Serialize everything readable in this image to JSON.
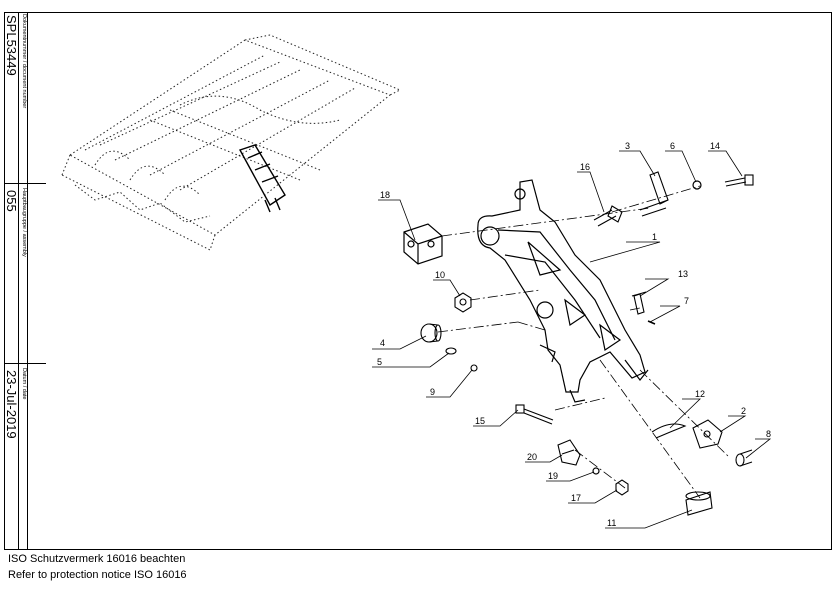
{
  "titleblock": {
    "doc_label": "Dokumentnummer / document number",
    "doc_value": "SPL53449",
    "assy_label": "Hauptbaugruppe / assembly",
    "assy_value": "055",
    "date_label": "Datum / date",
    "date_value": "23-Jul-2019"
  },
  "footer": {
    "line1": "ISO Schutzvermerk 16016 beachten",
    "line2": "Refer to protection notice ISO 16016"
  },
  "callouts": [
    "1",
    "2",
    "3",
    "4",
    "5",
    "6",
    "7",
    "8",
    "9",
    "10",
    "11",
    "12",
    "13",
    "14",
    "15",
    "16",
    "17",
    "18",
    "19",
    "20"
  ]
}
